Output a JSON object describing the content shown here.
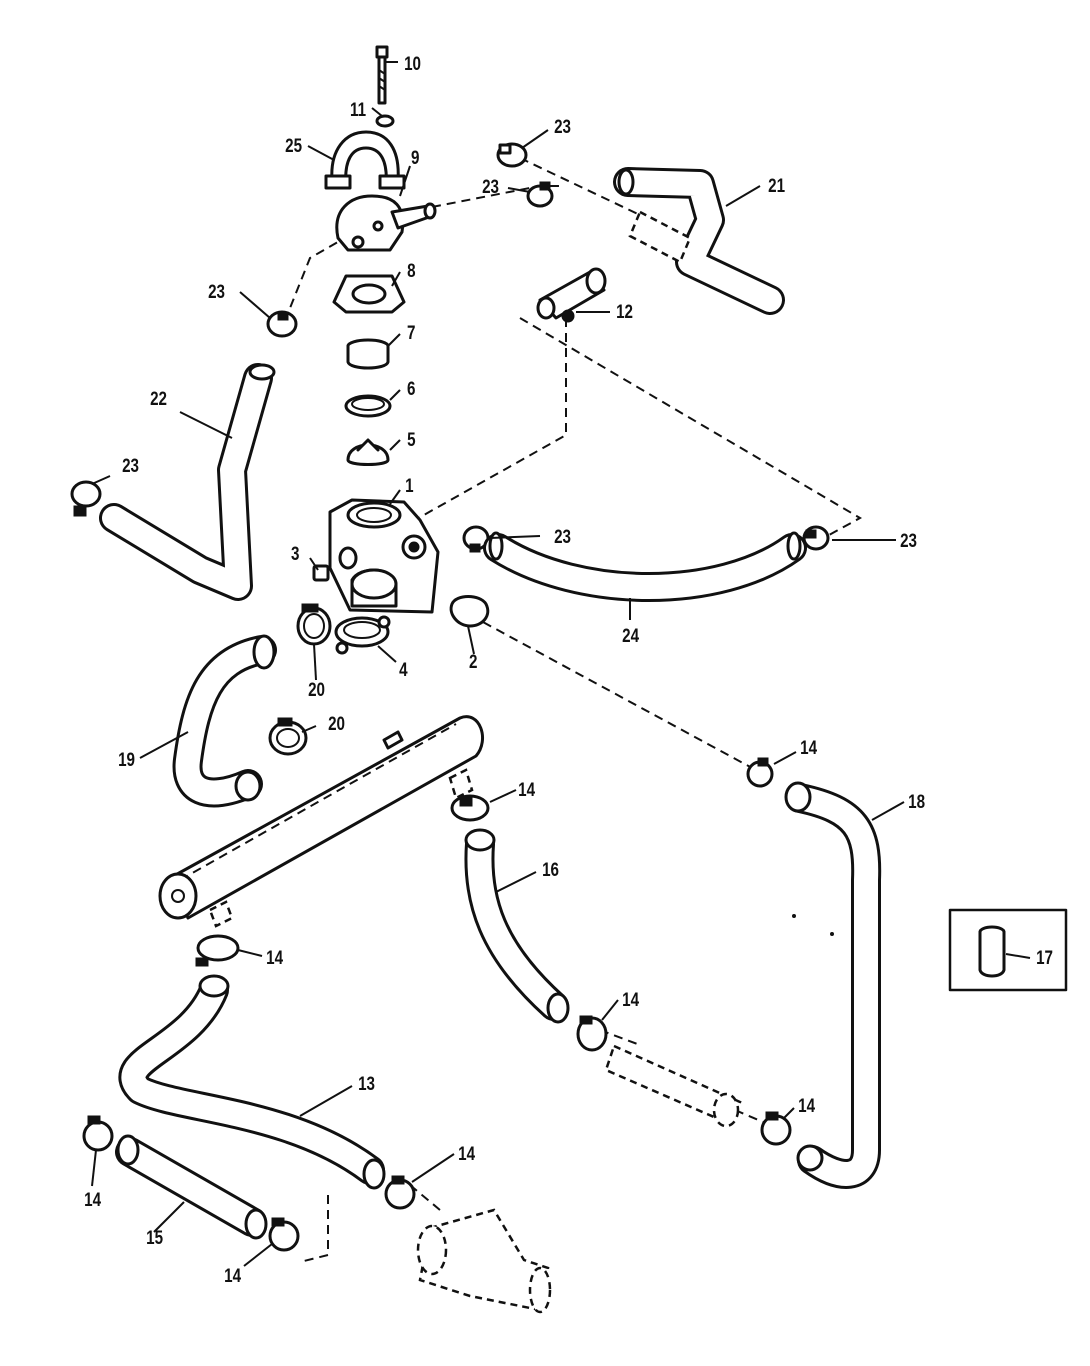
{
  "diagram": {
    "callouts": [
      {
        "id": "c10",
        "label": "10"
      },
      {
        "id": "c11",
        "label": "11"
      },
      {
        "id": "c25",
        "label": "25"
      },
      {
        "id": "c9",
        "label": "9"
      },
      {
        "id": "c23a",
        "label": "23"
      },
      {
        "id": "c23b",
        "label": "23"
      },
      {
        "id": "c21",
        "label": "21"
      },
      {
        "id": "c8",
        "label": "8"
      },
      {
        "id": "c23c",
        "label": "23"
      },
      {
        "id": "c12",
        "label": "12"
      },
      {
        "id": "c7",
        "label": "7"
      },
      {
        "id": "c6",
        "label": "6"
      },
      {
        "id": "c22",
        "label": "22"
      },
      {
        "id": "c5",
        "label": "5"
      },
      {
        "id": "c23d",
        "label": "23"
      },
      {
        "id": "c1",
        "label": "1"
      },
      {
        "id": "c23e",
        "label": "23"
      },
      {
        "id": "c23f",
        "label": "23"
      },
      {
        "id": "c3",
        "label": "3"
      },
      {
        "id": "c24",
        "label": "24"
      },
      {
        "id": "c4",
        "label": "4"
      },
      {
        "id": "c2",
        "label": "2"
      },
      {
        "id": "c20a",
        "label": "20"
      },
      {
        "id": "c20b",
        "label": "20"
      },
      {
        "id": "c19",
        "label": "19"
      },
      {
        "id": "c14a",
        "label": "14"
      },
      {
        "id": "c14b",
        "label": "14"
      },
      {
        "id": "c18",
        "label": "18"
      },
      {
        "id": "c16",
        "label": "16"
      },
      {
        "id": "c17",
        "label": "17"
      },
      {
        "id": "c14c",
        "label": "14"
      },
      {
        "id": "c14d",
        "label": "14"
      },
      {
        "id": "c13",
        "label": "13"
      },
      {
        "id": "c14e",
        "label": "14"
      },
      {
        "id": "c14f",
        "label": "14"
      },
      {
        "id": "c14g",
        "label": "14"
      },
      {
        "id": "c15",
        "label": "15"
      },
      {
        "id": "c14h",
        "label": "14"
      }
    ]
  }
}
